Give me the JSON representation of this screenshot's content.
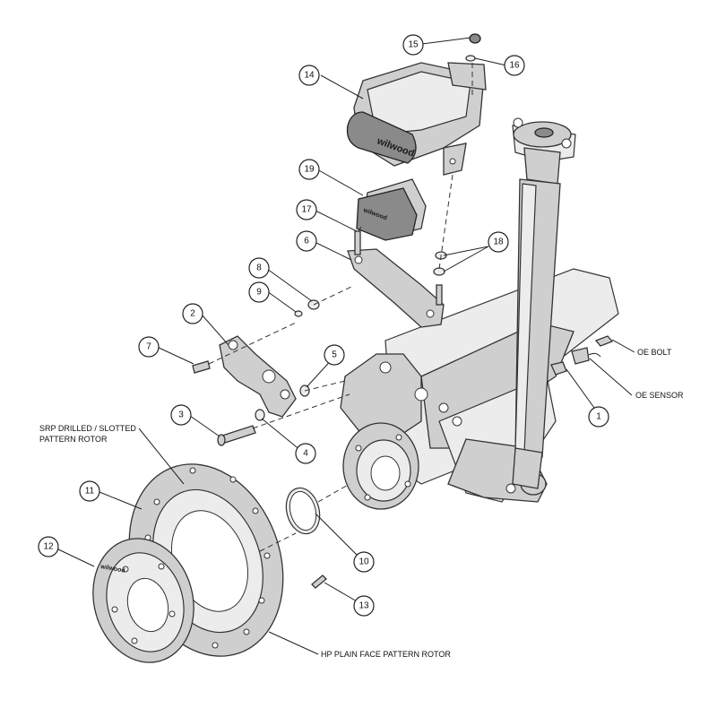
{
  "brand": "wilwood",
  "callouts": {
    "c1": "1",
    "c2": "2",
    "c3": "3",
    "c4": "4",
    "c5": "5",
    "c6": "6",
    "c7": "7",
    "c8": "8",
    "c9": "9",
    "c10": "10",
    "c11": "11",
    "c12": "12",
    "c13": "13",
    "c14": "14",
    "c15": "15",
    "c16": "16",
    "c17": "17",
    "c18": "18",
    "c19": "19"
  },
  "labels": {
    "oe_bolt": "OE BOLT",
    "oe_sensor": "OE SENSOR",
    "srp_line1": "SRP DRILLED / SLOTTED",
    "srp_line2": "PATTERN ROTOR",
    "hp_plain": "HP PLAIN FACE PATTERN ROTOR"
  }
}
